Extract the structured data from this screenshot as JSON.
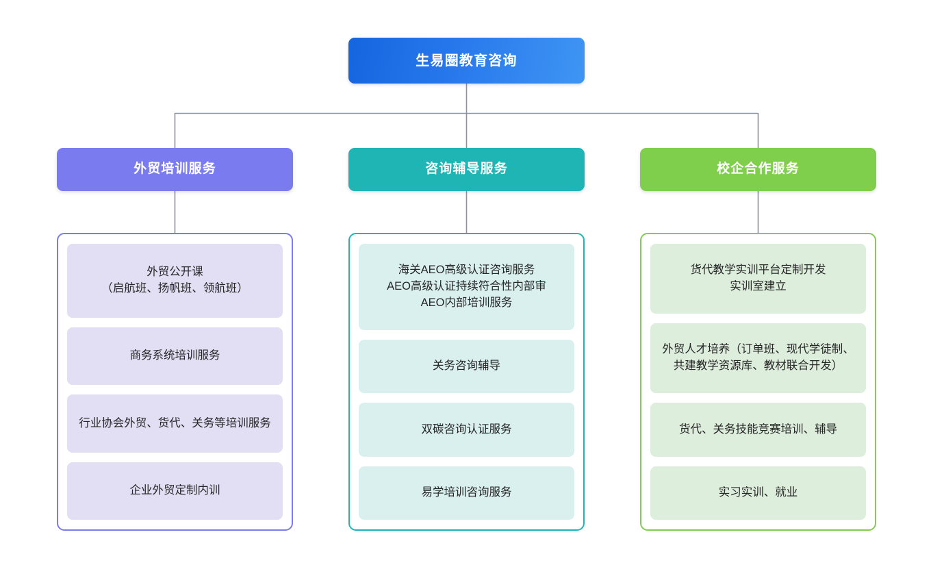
{
  "diagram": {
    "type": "organization-tree",
    "background_color": "#ffffff",
    "connector_color": "#8a93a6",
    "root": {
      "label": "生易圈教育咨询",
      "color_start": "#1565e0",
      "color_end": "#3f95f3",
      "text_color": "#ffffff"
    },
    "branches": [
      {
        "label": "外贸培训服务",
        "header_color": "#7b7bf0",
        "border_color": "#7b7bf0",
        "chip_color": "#e2dff5",
        "text_color": "#ffffff",
        "items": [
          "外贸公开课\n（启航班、扬帆班、领航班）",
          "商务系统培训服务",
          "行业协会外贸、货代、关务等培训服务",
          "企业外贸定制内训"
        ]
      },
      {
        "label": "咨询辅导服务",
        "header_color": "#1fb5b5",
        "border_color": "#18b6b8",
        "chip_color": "#d9f0ef",
        "text_color": "#ffffff",
        "items": [
          "海关AEO高级认证咨询服务\nAEO高级认证持续符合性内部审\nAEO内部培训服务",
          "关务咨询辅导",
          "双碳咨询认证服务",
          "易学培训咨询服务"
        ]
      },
      {
        "label": "校企合作服务",
        "header_color": "#7fce4c",
        "border_color": "#7fce4c",
        "chip_color": "#ddeedc",
        "text_color": "#ffffff",
        "items": [
          "货代教学实训平台定制开发\n实训室建立",
          "外贸人才培养（订单班、现代学徒制、共建教学资源库、教材联合开发）",
          "货代、关务技能竞赛培训、辅导",
          "实习实训、就业"
        ]
      }
    ]
  }
}
